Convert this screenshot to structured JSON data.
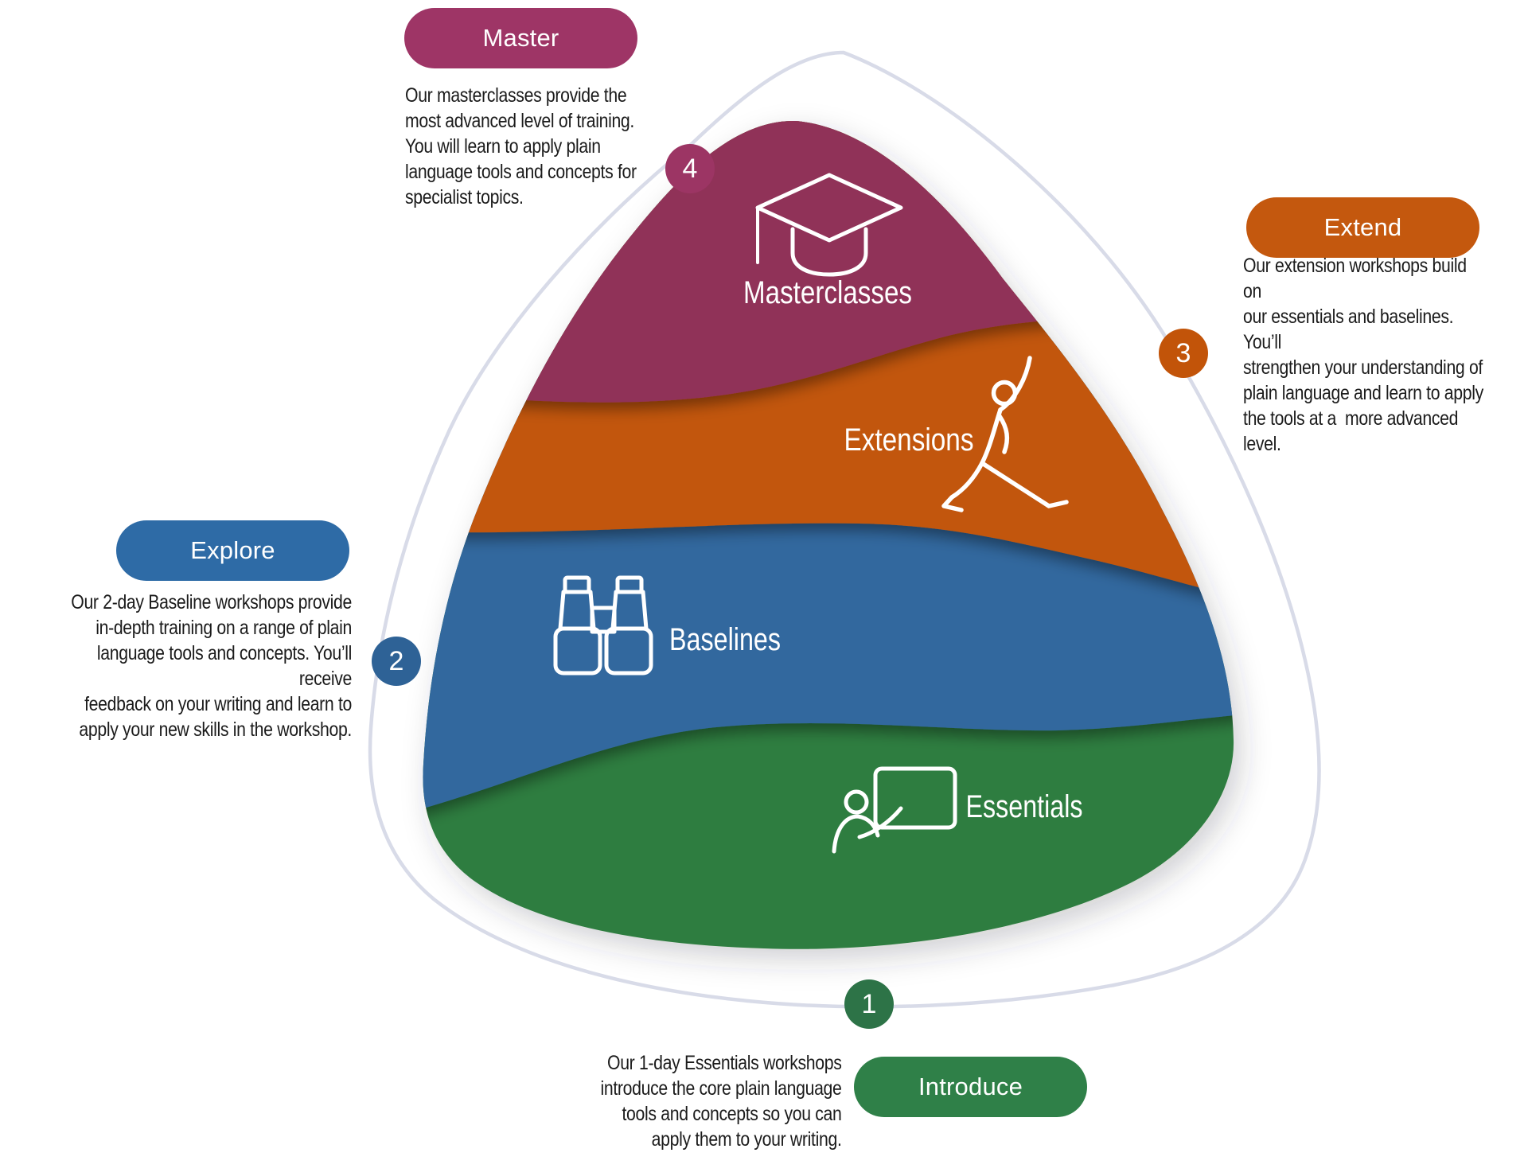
{
  "figure": {
    "background": "#FFFFFF",
    "outline_color": "#D8DBE8",
    "levels": [
      {
        "label": "Masterclasses",
        "icon": "graduation-cap-icon",
        "band_color": "#903058"
      },
      {
        "label": "Extensions",
        "icon": "stretching-person-icon",
        "band_color": "#C2570A"
      },
      {
        "label": "Baselines",
        "icon": "binoculars-icon",
        "band_color": "#33679E"
      },
      {
        "label": "Essentials",
        "icon": "presenter-board-icon",
        "band_color": "#2E7D40"
      }
    ],
    "callouts": [
      {
        "number": "4",
        "pill_label": "Master",
        "color": "#9E3566",
        "badge_color": "#9C3564",
        "text": "Our masterclasses provide the\nmost advanced level of training.\nYou will learn to apply plain\nlanguage tools and concepts for\nspecialist topics."
      },
      {
        "number": "3",
        "pill_label": "Extend",
        "color": "#C4580E",
        "badge_color": "#C25409",
        "text": "Our extension workshops build on\nour essentials and baselines. You’ll\nstrengthen your understanding of\nplain language and learn to apply\nthe tools at a  more advanced level."
      },
      {
        "number": "2",
        "pill_label": "Explore",
        "color": "#2E6BA6",
        "badge_color": "#2E6296",
        "text": "Our 2-day Baseline workshops provide\nin-depth training on a range of plain\nlanguage tools and concepts. You’ll receive\nfeedback on your writing and learn to\napply your new skills in the workshop."
      },
      {
        "number": "1",
        "pill_label": "Introduce",
        "color": "#2F8048",
        "badge_color": "#2D7347",
        "text": "Our 1-day Essentials workshops\nintroduce the core plain language\ntools and concepts so you can\napply them to your writing."
      }
    ]
  }
}
